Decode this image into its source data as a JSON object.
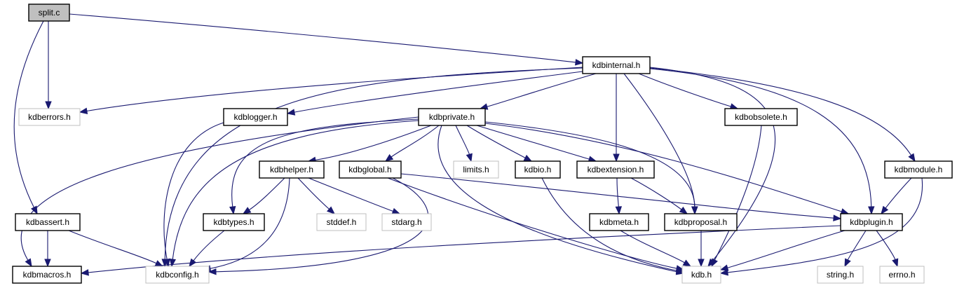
{
  "graph": {
    "title": "split.c include dependency graph",
    "edge_color": "#191970",
    "root_fill": "#bfbfbf",
    "external_border": "#bfbfbf",
    "nodes": [
      {
        "id": "split_c",
        "label": "split.c",
        "kind": "root"
      },
      {
        "id": "kdbinternal_h",
        "label": "kdbinternal.h",
        "kind": "project"
      },
      {
        "id": "kdberrors_h",
        "label": "kdberrors.h",
        "kind": "external"
      },
      {
        "id": "kdblogger_h",
        "label": "kdblogger.h",
        "kind": "project"
      },
      {
        "id": "kdbprivate_h",
        "label": "kdbprivate.h",
        "kind": "project"
      },
      {
        "id": "kdbobsolete_h",
        "label": "kdbobsolete.h",
        "kind": "project"
      },
      {
        "id": "kdbhelper_h",
        "label": "kdbhelper.h",
        "kind": "project"
      },
      {
        "id": "kdbglobal_h",
        "label": "kdbglobal.h",
        "kind": "project"
      },
      {
        "id": "limits_h",
        "label": "limits.h",
        "kind": "external"
      },
      {
        "id": "kdbio_h",
        "label": "kdbio.h",
        "kind": "project"
      },
      {
        "id": "kdbextension_h",
        "label": "kdbextension.h",
        "kind": "project"
      },
      {
        "id": "kdbmodule_h",
        "label": "kdbmodule.h",
        "kind": "project"
      },
      {
        "id": "kdbassert_h",
        "label": "kdbassert.h",
        "kind": "project"
      },
      {
        "id": "kdbtypes_h",
        "label": "kdbtypes.h",
        "kind": "project"
      },
      {
        "id": "stddef_h",
        "label": "stddef.h",
        "kind": "external"
      },
      {
        "id": "stdarg_h",
        "label": "stdarg.h",
        "kind": "external"
      },
      {
        "id": "kdbmeta_h",
        "label": "kdbmeta.h",
        "kind": "project"
      },
      {
        "id": "kdbproposal_h",
        "label": "kdbproposal.h",
        "kind": "project"
      },
      {
        "id": "kdbplugin_h",
        "label": "kdbplugin.h",
        "kind": "project"
      },
      {
        "id": "kdbmacros_h",
        "label": "kdbmacros.h",
        "kind": "project"
      },
      {
        "id": "kdbconfig_h",
        "label": "kdbconfig.h",
        "kind": "external"
      },
      {
        "id": "kdb_h",
        "label": "kdb.h",
        "kind": "external"
      },
      {
        "id": "string_h",
        "label": "string.h",
        "kind": "external"
      },
      {
        "id": "errno_h",
        "label": "errno.h",
        "kind": "external"
      }
    ],
    "edges": [
      {
        "from": "split_c",
        "to": "kdbinternal_h"
      },
      {
        "from": "split_c",
        "to": "kdberrors_h"
      },
      {
        "from": "split_c",
        "to": "kdbassert_h"
      },
      {
        "from": "kdbinternal_h",
        "to": "kdberrors_h"
      },
      {
        "from": "kdbinternal_h",
        "to": "kdblogger_h"
      },
      {
        "from": "kdbinternal_h",
        "to": "kdbprivate_h"
      },
      {
        "from": "kdbinternal_h",
        "to": "kdbobsolete_h"
      },
      {
        "from": "kdbinternal_h",
        "to": "kdbextension_h"
      },
      {
        "from": "kdbinternal_h",
        "to": "kdbproposal_h"
      },
      {
        "from": "kdbinternal_h",
        "to": "kdbplugin_h"
      },
      {
        "from": "kdbinternal_h",
        "to": "kdbmodule_h"
      },
      {
        "from": "kdbinternal_h",
        "to": "kdb_h"
      },
      {
        "from": "kdbinternal_h",
        "to": "kdbconfig_h"
      },
      {
        "from": "kdblogger_h",
        "to": "kdbconfig_h"
      },
      {
        "from": "kdbprivate_h",
        "to": "kdbhelper_h"
      },
      {
        "from": "kdbprivate_h",
        "to": "kdbglobal_h"
      },
      {
        "from": "kdbprivate_h",
        "to": "limits_h"
      },
      {
        "from": "kdbprivate_h",
        "to": "kdbio_h"
      },
      {
        "from": "kdbprivate_h",
        "to": "kdbextension_h"
      },
      {
        "from": "kdbprivate_h",
        "to": "kdbproposal_h"
      },
      {
        "from": "kdbprivate_h",
        "to": "kdbplugin_h"
      },
      {
        "from": "kdbprivate_h",
        "to": "kdbtypes_h"
      },
      {
        "from": "kdbprivate_h",
        "to": "kdbmacros_h"
      },
      {
        "from": "kdbprivate_h",
        "to": "kdbconfig_h"
      },
      {
        "from": "kdbprivate_h",
        "to": "kdb_h"
      },
      {
        "from": "kdbobsolete_h",
        "to": "kdb_h"
      },
      {
        "from": "kdbhelper_h",
        "to": "kdbtypes_h"
      },
      {
        "from": "kdbhelper_h",
        "to": "stddef_h"
      },
      {
        "from": "kdbhelper_h",
        "to": "stdarg_h"
      },
      {
        "from": "kdbhelper_h",
        "to": "kdbconfig_h"
      },
      {
        "from": "kdbglobal_h",
        "to": "kdbplugin_h"
      },
      {
        "from": "kdbglobal_h",
        "to": "kdb_h"
      },
      {
        "from": "kdbglobal_h",
        "to": "kdbconfig_h"
      },
      {
        "from": "kdbio_h",
        "to": "kdb_h"
      },
      {
        "from": "kdbextension_h",
        "to": "kdbmeta_h"
      },
      {
        "from": "kdbextension_h",
        "to": "kdbproposal_h"
      },
      {
        "from": "kdbmodule_h",
        "to": "kdbplugin_h"
      },
      {
        "from": "kdbmodule_h",
        "to": "kdb_h"
      },
      {
        "from": "kdbassert_h",
        "to": "kdbmacros_h"
      },
      {
        "from": "kdbassert_h",
        "to": "kdbconfig_h"
      },
      {
        "from": "kdbtypes_h",
        "to": "kdbconfig_h"
      },
      {
        "from": "kdbmeta_h",
        "to": "kdb_h"
      },
      {
        "from": "kdbproposal_h",
        "to": "kdb_h"
      },
      {
        "from": "kdbplugin_h",
        "to": "kdb_h"
      },
      {
        "from": "kdbplugin_h",
        "to": "string_h"
      },
      {
        "from": "kdbplugin_h",
        "to": "errno_h"
      },
      {
        "from": "kdbplugin_h",
        "to": "kdbmacros_h"
      }
    ]
  }
}
